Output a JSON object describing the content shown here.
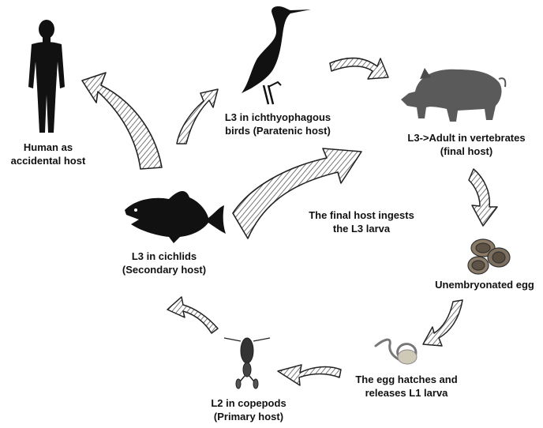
{
  "labels": {
    "human": [
      "Human as",
      "accidental host"
    ],
    "birds": [
      "L3 in ichthyophagous",
      "birds (Paratenic host)"
    ],
    "vertebrates": [
      "L3->Adult in vertebrates",
      "(final host)"
    ],
    "ingest": [
      "The final host ingests",
      "the L3 larva"
    ],
    "cichlids": [
      "L3 in cichlids",
      "(Secondary host)"
    ],
    "egg": [
      "Unembryonated egg"
    ],
    "hatch": [
      "The egg hatches and",
      "releases L1 larva"
    ],
    "copepods": [
      "L2 in copepods",
      "(Primary host)"
    ]
  },
  "icons": {
    "human": "human-silhouette",
    "heron": "heron-silhouette",
    "pig": "pig-silhouette",
    "fish": "fish-silhouette",
    "eggs": "eggs",
    "larva": "l1-larva",
    "copepod": "copepod"
  }
}
